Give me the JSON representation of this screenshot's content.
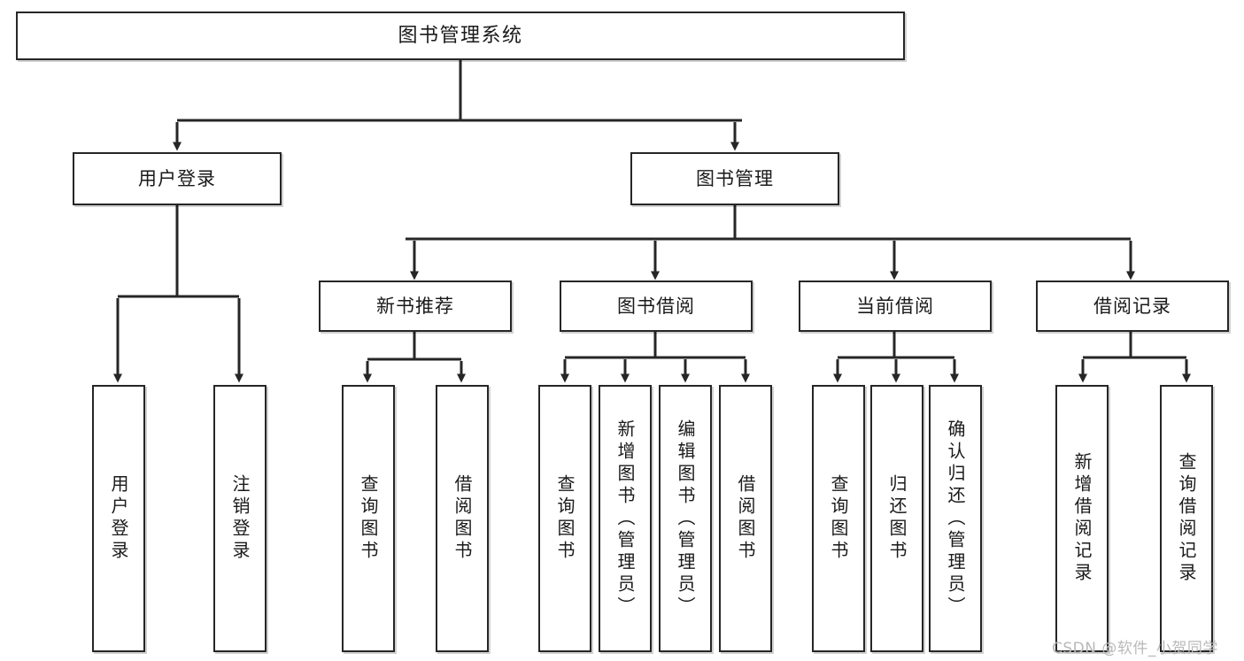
{
  "diagram": {
    "title": "图书管理系统",
    "type": "hierarchy-tree",
    "line_color": "#262626",
    "box_fill": "#ffffff",
    "background": "#ffffff",
    "levels": [
      {
        "level": 1,
        "nodes": [
          {
            "id": "root",
            "label": "图书管理系统"
          }
        ]
      },
      {
        "level": 2,
        "nodes": [
          {
            "id": "user-login",
            "label": "用户登录"
          },
          {
            "id": "book-manage",
            "label": "图书管理"
          }
        ]
      },
      {
        "level": 3,
        "nodes": [
          {
            "id": "new-book-rec",
            "label": "新书推荐"
          },
          {
            "id": "book-borrow",
            "label": "图书借阅"
          },
          {
            "id": "current-borrow",
            "label": "当前借阅"
          },
          {
            "id": "borrow-record",
            "label": "借阅记录"
          }
        ]
      },
      {
        "level": 4,
        "nodes": [
          {
            "id": "leaf-user-login",
            "label": "用户登录",
            "parent": "user-login"
          },
          {
            "id": "leaf-user-logout",
            "label": "注销登录",
            "parent": "user-login"
          },
          {
            "id": "leaf-query-book-1",
            "label": "查询图书",
            "parent": "new-book-rec"
          },
          {
            "id": "leaf-borrow-book-1",
            "label": "借阅图书",
            "parent": "new-book-rec"
          },
          {
            "id": "leaf-query-book-2",
            "label": "查询图书",
            "parent": "book-borrow"
          },
          {
            "id": "leaf-add-book",
            "label": "新增图书（管理员）",
            "parent": "book-borrow"
          },
          {
            "id": "leaf-edit-book",
            "label": "编辑图书（管理员）",
            "parent": "book-borrow"
          },
          {
            "id": "leaf-borrow-book-2",
            "label": "借阅图书",
            "parent": "book-borrow"
          },
          {
            "id": "leaf-query-book-3",
            "label": "查询图书",
            "parent": "current-borrow"
          },
          {
            "id": "leaf-return-book",
            "label": "归还图书",
            "parent": "current-borrow"
          },
          {
            "id": "leaf-confirm-return",
            "label": "确认归还（管理员）",
            "parent": "current-borrow"
          },
          {
            "id": "leaf-add-record",
            "label": "新增借阅记录",
            "parent": "borrow-record"
          },
          {
            "id": "leaf-query-record",
            "label": "查询借阅记录",
            "parent": "borrow-record"
          }
        ]
      }
    ]
  },
  "watermark": {
    "text": "CSDN @软件_小贺同学"
  }
}
